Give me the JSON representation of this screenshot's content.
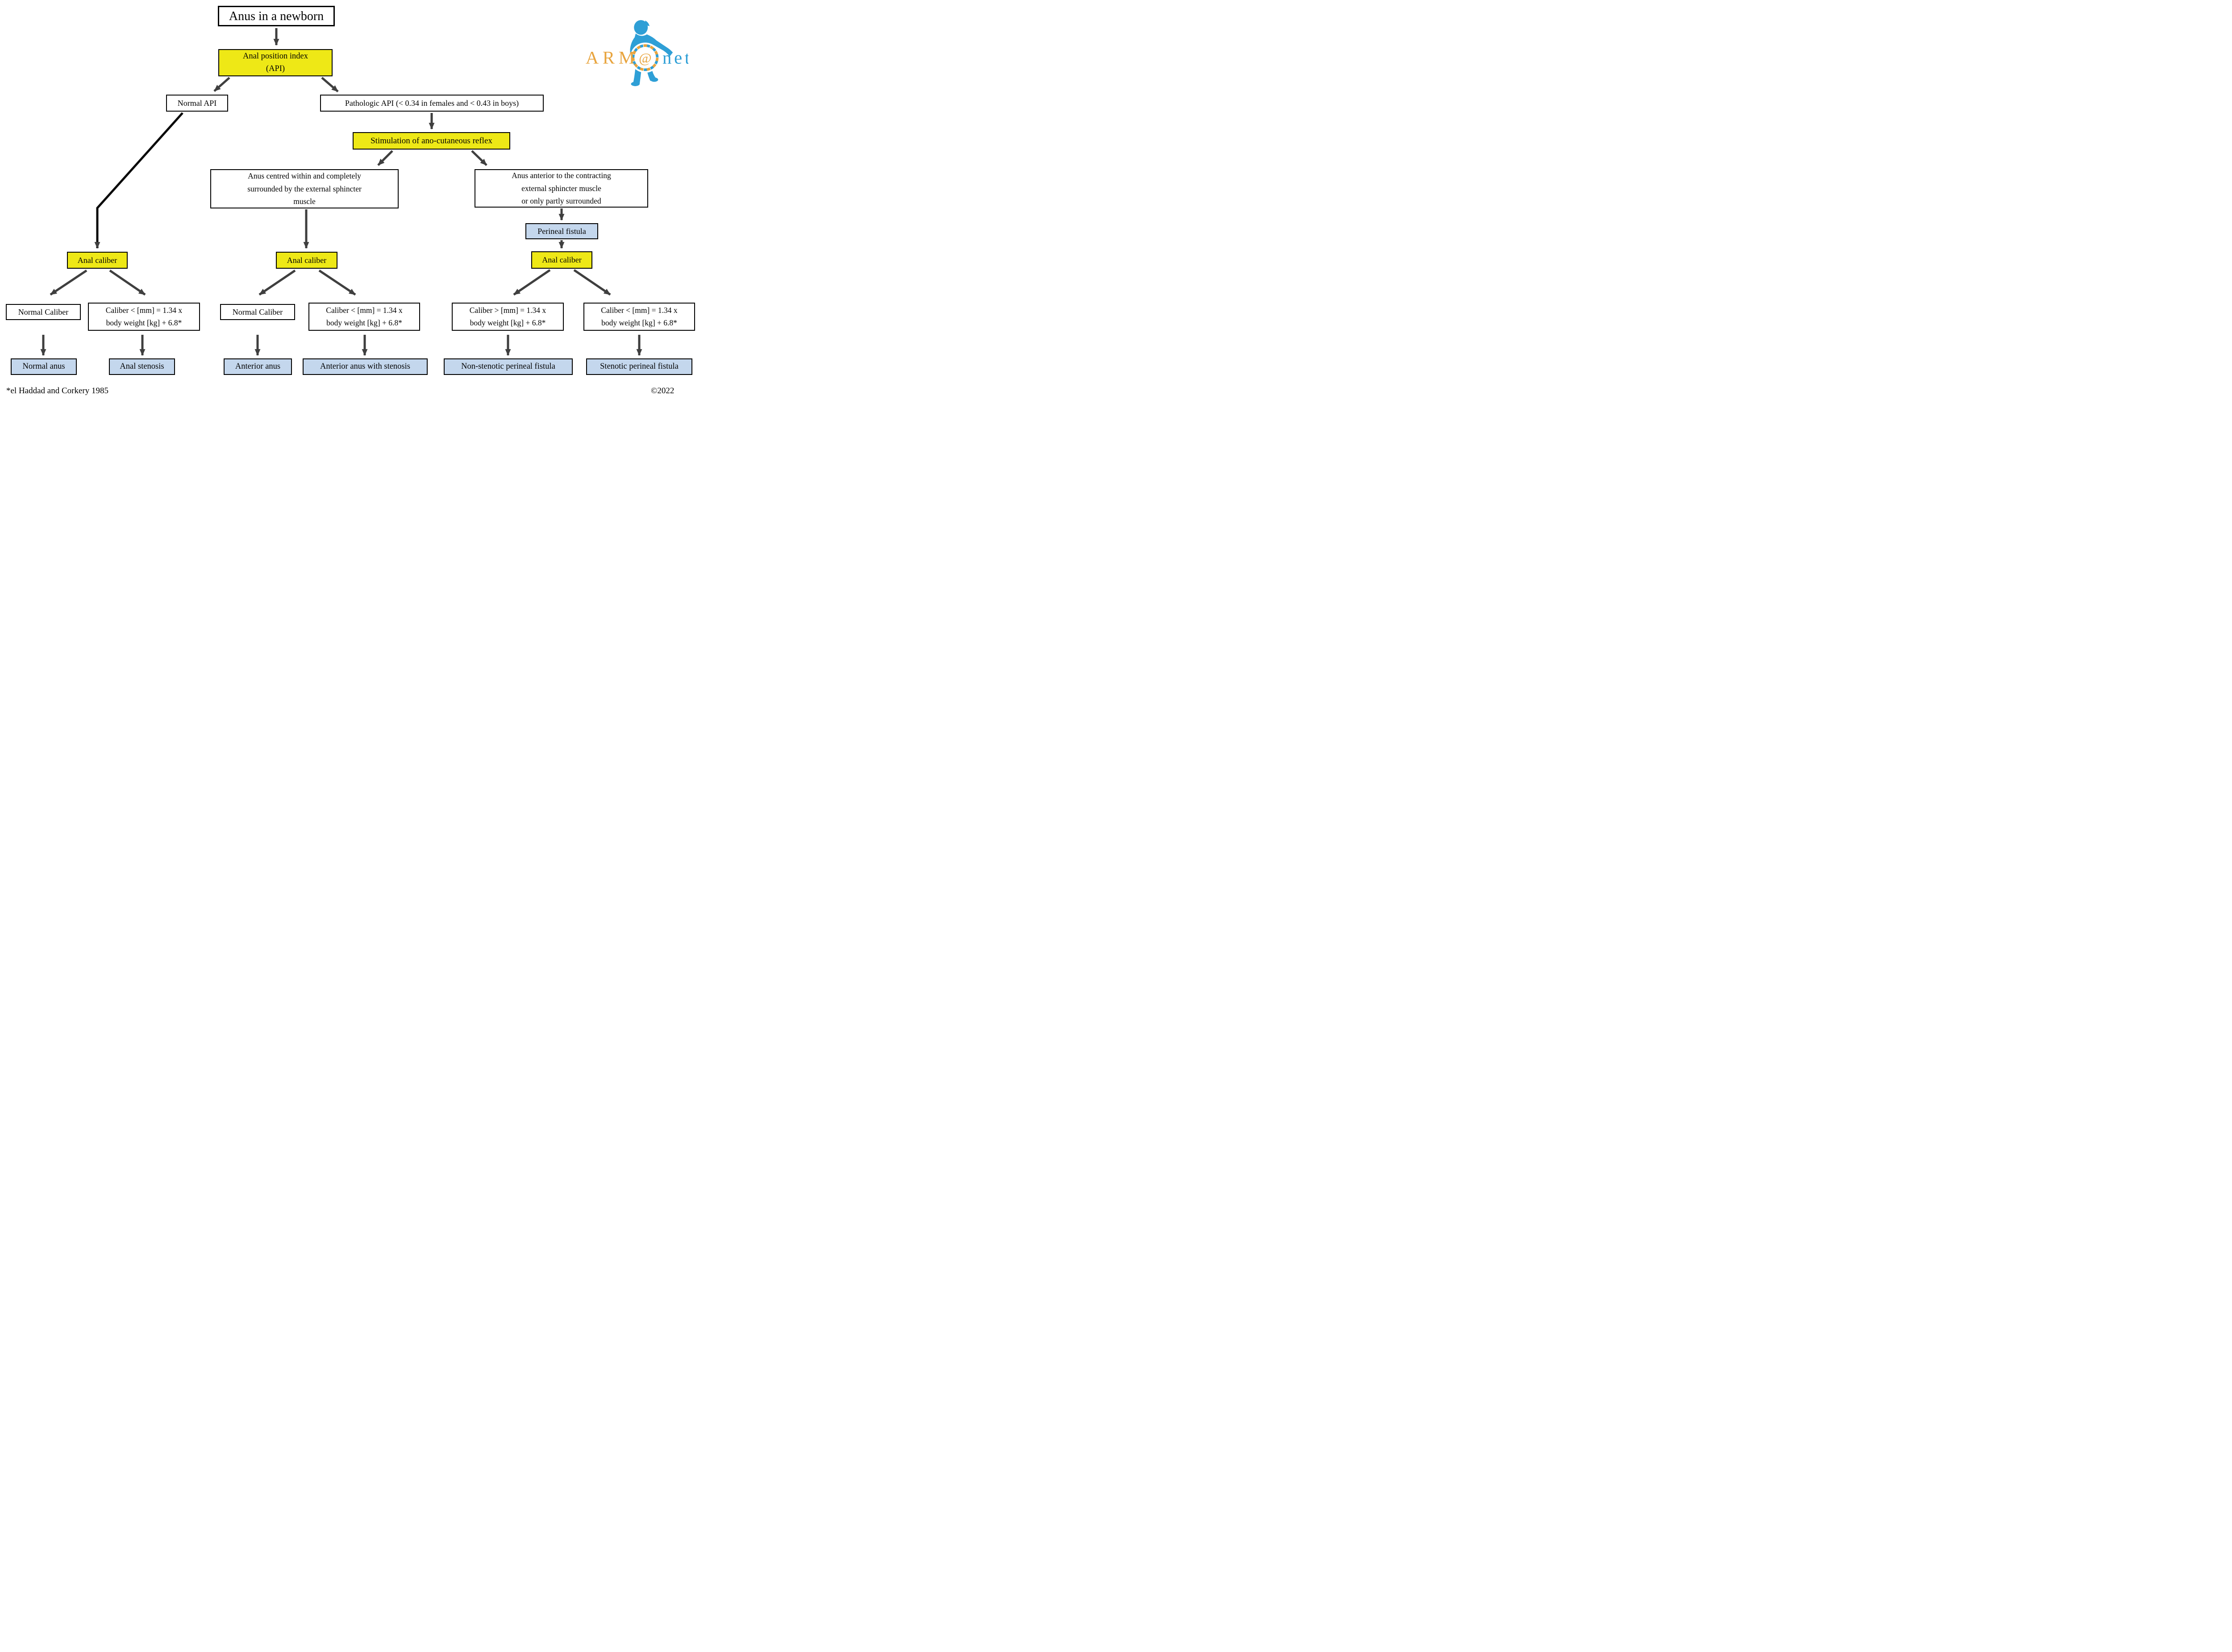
{
  "colors": {
    "node_yellow": "#EEE816",
    "node_blue": "#C4D7ED",
    "arrow_gray": "#3F3F3F",
    "line_black": "#000000",
    "logo_orange": "#E8A43E",
    "logo_blue": "#2E9FD6"
  },
  "nodes": {
    "title": {
      "label": "Anus in a newborn"
    },
    "api": {
      "label": "Anal position index\n(API)"
    },
    "normal_api": {
      "label": "Normal API"
    },
    "pathologic_api": {
      "label": "Pathologic API (< 0.34 in females and < 0.43 in boys)"
    },
    "stimulation": {
      "label": "Stimulation of ano-cutaneous reflex"
    },
    "centred": {
      "label": "Anus centred within and completely\nsurrounded by the external sphincter\nmuscle"
    },
    "anterior": {
      "label": "Anus anterior to the contracting\nexternal sphincter muscle\nor only partly surrounded"
    },
    "perineal_fistula": {
      "label": "Perineal fistula"
    },
    "anal_caliber_left": {
      "label": "Anal caliber"
    },
    "anal_caliber_center": {
      "label": "Anal caliber"
    },
    "anal_caliber_right": {
      "label": "Anal caliber"
    },
    "normal_caliber_left": {
      "label": "Normal Caliber"
    },
    "formula_left": {
      "label": "Caliber < [mm] = 1.34 x\nbody weight [kg] + 6.8*"
    },
    "normal_caliber_center": {
      "label": "Normal Caliber"
    },
    "formula_center": {
      "label": "Caliber < [mm] = 1.34 x\nbody weight [kg] + 6.8*"
    },
    "formula_right_gt": {
      "label": "Caliber > [mm] = 1.34 x\nbody weight [kg] + 6.8*"
    },
    "formula_right_lt": {
      "label": "Caliber < [mm] = 1.34 x\nbody weight [kg] + 6.8*"
    },
    "normal_anus": {
      "label": "Normal anus"
    },
    "anal_stenosis": {
      "label": "Anal stenosis"
    },
    "anterior_anus": {
      "label": "Anterior anus"
    },
    "anterior_anus_with_stenosis": {
      "label": "Anterior anus with stenosis"
    },
    "non_stenotic_perineal_fistula": {
      "label": "Non-stenotic perineal fistula"
    },
    "stenotic_perineal_fistula": {
      "label": "Stenotic perineal fistula"
    }
  },
  "edges": [
    {
      "from": "title",
      "to": "api"
    },
    {
      "from": "api",
      "to": "normal_api"
    },
    {
      "from": "api",
      "to": "pathologic_api"
    },
    {
      "from": "pathologic_api",
      "to": "stimulation"
    },
    {
      "from": "stimulation",
      "to": "centred"
    },
    {
      "from": "stimulation",
      "to": "anterior"
    },
    {
      "from": "normal_api",
      "to": "anal_caliber_left"
    },
    {
      "from": "centred",
      "to": "anal_caliber_center"
    },
    {
      "from": "anterior",
      "to": "perineal_fistula"
    },
    {
      "from": "perineal_fistula",
      "to": "anal_caliber_right"
    },
    {
      "from": "anal_caliber_left",
      "to": "normal_caliber_left"
    },
    {
      "from": "anal_caliber_left",
      "to": "formula_left"
    },
    {
      "from": "anal_caliber_center",
      "to": "normal_caliber_center"
    },
    {
      "from": "anal_caliber_center",
      "to": "formula_center"
    },
    {
      "from": "anal_caliber_right",
      "to": "formula_right_gt"
    },
    {
      "from": "anal_caliber_right",
      "to": "formula_right_lt"
    },
    {
      "from": "normal_caliber_left",
      "to": "normal_anus"
    },
    {
      "from": "formula_left",
      "to": "anal_stenosis"
    },
    {
      "from": "normal_caliber_center",
      "to": "anterior_anus"
    },
    {
      "from": "formula_center",
      "to": "anterior_anus_with_stenosis"
    },
    {
      "from": "formula_right_gt",
      "to": "non_stenotic_perineal_fistula"
    },
    {
      "from": "formula_right_lt",
      "to": "stenotic_perineal_fistula"
    }
  ],
  "logo": {
    "arm": "ARM",
    "at": "@",
    "net": "net"
  },
  "footer": {
    "reference": "*el Haddad and Corkery 1985",
    "copyright": "©2022"
  }
}
